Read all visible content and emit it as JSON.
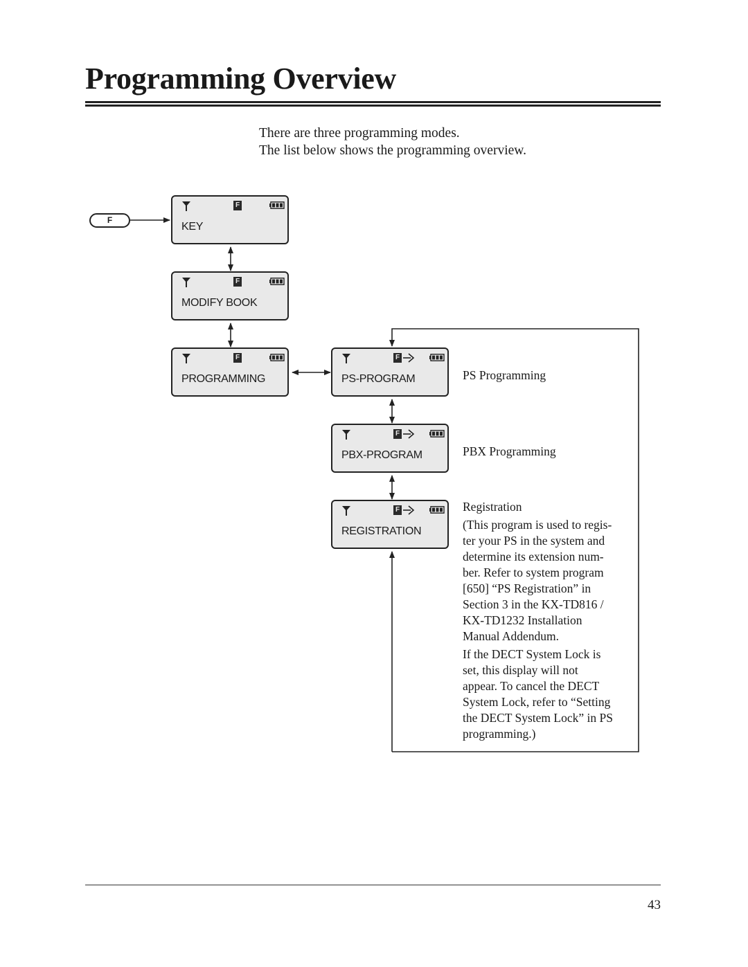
{
  "page": {
    "title": "Programming Overview",
    "intro": [
      "There are three programming modes.",
      "The list below shows the programming overview."
    ],
    "page_number": "43"
  },
  "f_key": {
    "label": "F"
  },
  "displays": [
    {
      "label": "KEY",
      "icons": [
        "antenna-icon",
        "f-indicator-icon",
        "battery-icon"
      ]
    },
    {
      "label": "MODIFY BOOK",
      "icons": [
        "antenna-icon",
        "f-indicator-icon",
        "battery-icon"
      ]
    },
    {
      "label": "PROGRAMMING",
      "icons": [
        "antenna-icon",
        "f-indicator-icon",
        "battery-icon"
      ]
    },
    {
      "label": "PS-PROGRAM",
      "icons": [
        "antenna-icon",
        "f-indicator-icon",
        "arrow-right-icon",
        "battery-icon"
      ]
    },
    {
      "label": "PBX-PROGRAM",
      "icons": [
        "antenna-icon",
        "f-indicator-icon",
        "arrow-right-icon",
        "battery-icon"
      ]
    },
    {
      "label": "REGISTRATION",
      "icons": [
        "antenna-icon",
        "f-indicator-icon",
        "arrow-right-icon",
        "battery-icon"
      ]
    }
  ],
  "f_indicator": "F",
  "descriptions": {
    "ps": "PS Programming",
    "pbx": "PBX Programming",
    "registration_title": "Registration",
    "registration_body": [
      "(This program is used to regis-",
      "ter your PS in the system and",
      "determine its extension num-",
      "ber.  Refer to system program",
      "[650] “PS Registration” in",
      "Section 3 in the KX-TD816 /",
      "KX-TD1232 Installation",
      "Manual Addendum."
    ],
    "dect_note": [
      "If the DECT System Lock is",
      "set, this display will not",
      "appear.  To cancel the DECT",
      "System Lock, refer to “Setting",
      "the DECT System Lock” in PS",
      "programming.)"
    ]
  }
}
